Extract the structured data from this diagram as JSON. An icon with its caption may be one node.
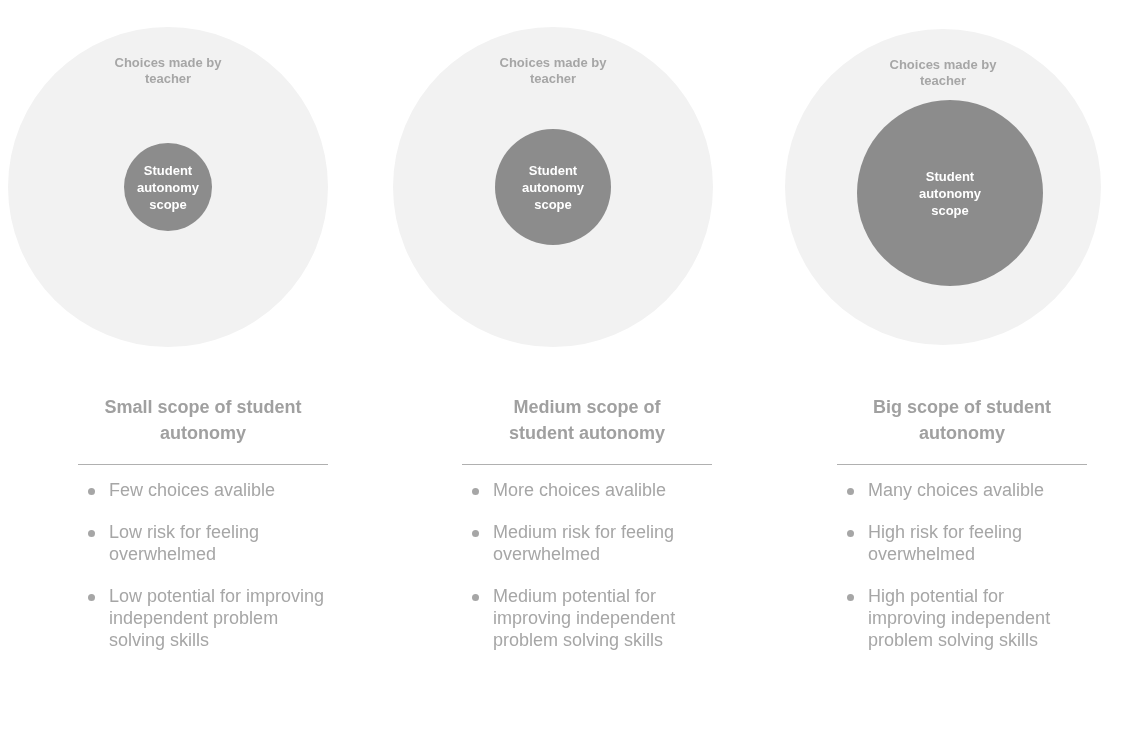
{
  "diagram": {
    "nodes": [
      {
        "text": [
          "Choices made by teacher"
        ]
      },
      {
        "text": [
          "Student autonomy scope"
        ],
        "in": 0
      },
      {
        "text": [
          "Choices made by teacher"
        ]
      },
      {
        "text": [
          "Student autonomy scope"
        ],
        "in": 2
      },
      {
        "text": [
          "Choices made by teacher"
        ]
      },
      {
        "text": [
          "Student autonomy scope"
        ],
        "in": 4
      }
    ],
    "labels": [
      "Small scope of student autonomy",
      "Few choices avalible",
      "Low risk for feeling overwhelmed",
      "Low potential for improving independent problem solving skills",
      "Medium scope of student autonomy",
      "More choices avalible",
      "Medium risk for feeling overwhelmed",
      "Medium potential for improving independent problem solving skills",
      "Big scope of student autonomy",
      "Many choices avalible",
      "High risk for feeling overwhelmed",
      "High potential for improving independent problem solving skills"
    ]
  }
}
